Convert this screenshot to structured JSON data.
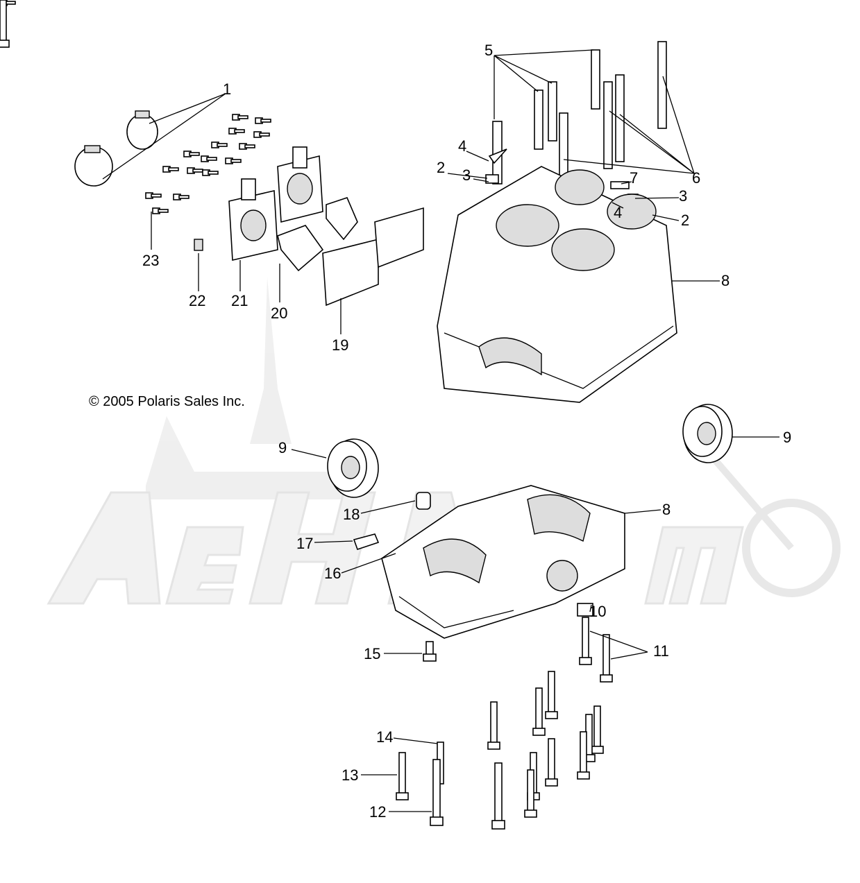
{
  "copyright": "© 2005 Polaris Sales Inc.",
  "watermark": "AeHMoTo",
  "callouts": {
    "c1": "1",
    "c5": "5",
    "c4a": "4",
    "c2a": "2",
    "c3a": "3",
    "c7": "7",
    "c3b": "3",
    "c4b": "4",
    "c2b": "2",
    "c6": "6",
    "c8a": "8",
    "c23": "23",
    "c22": "22",
    "c21": "21",
    "c20": "20",
    "c19": "19",
    "c9a": "9",
    "c9b": "9",
    "c18": "18",
    "c8b": "8",
    "c17": "17",
    "c16": "16",
    "c10": "10",
    "c15": "15",
    "c11": "11",
    "c14": "14",
    "c13": "13",
    "c12": "12"
  }
}
